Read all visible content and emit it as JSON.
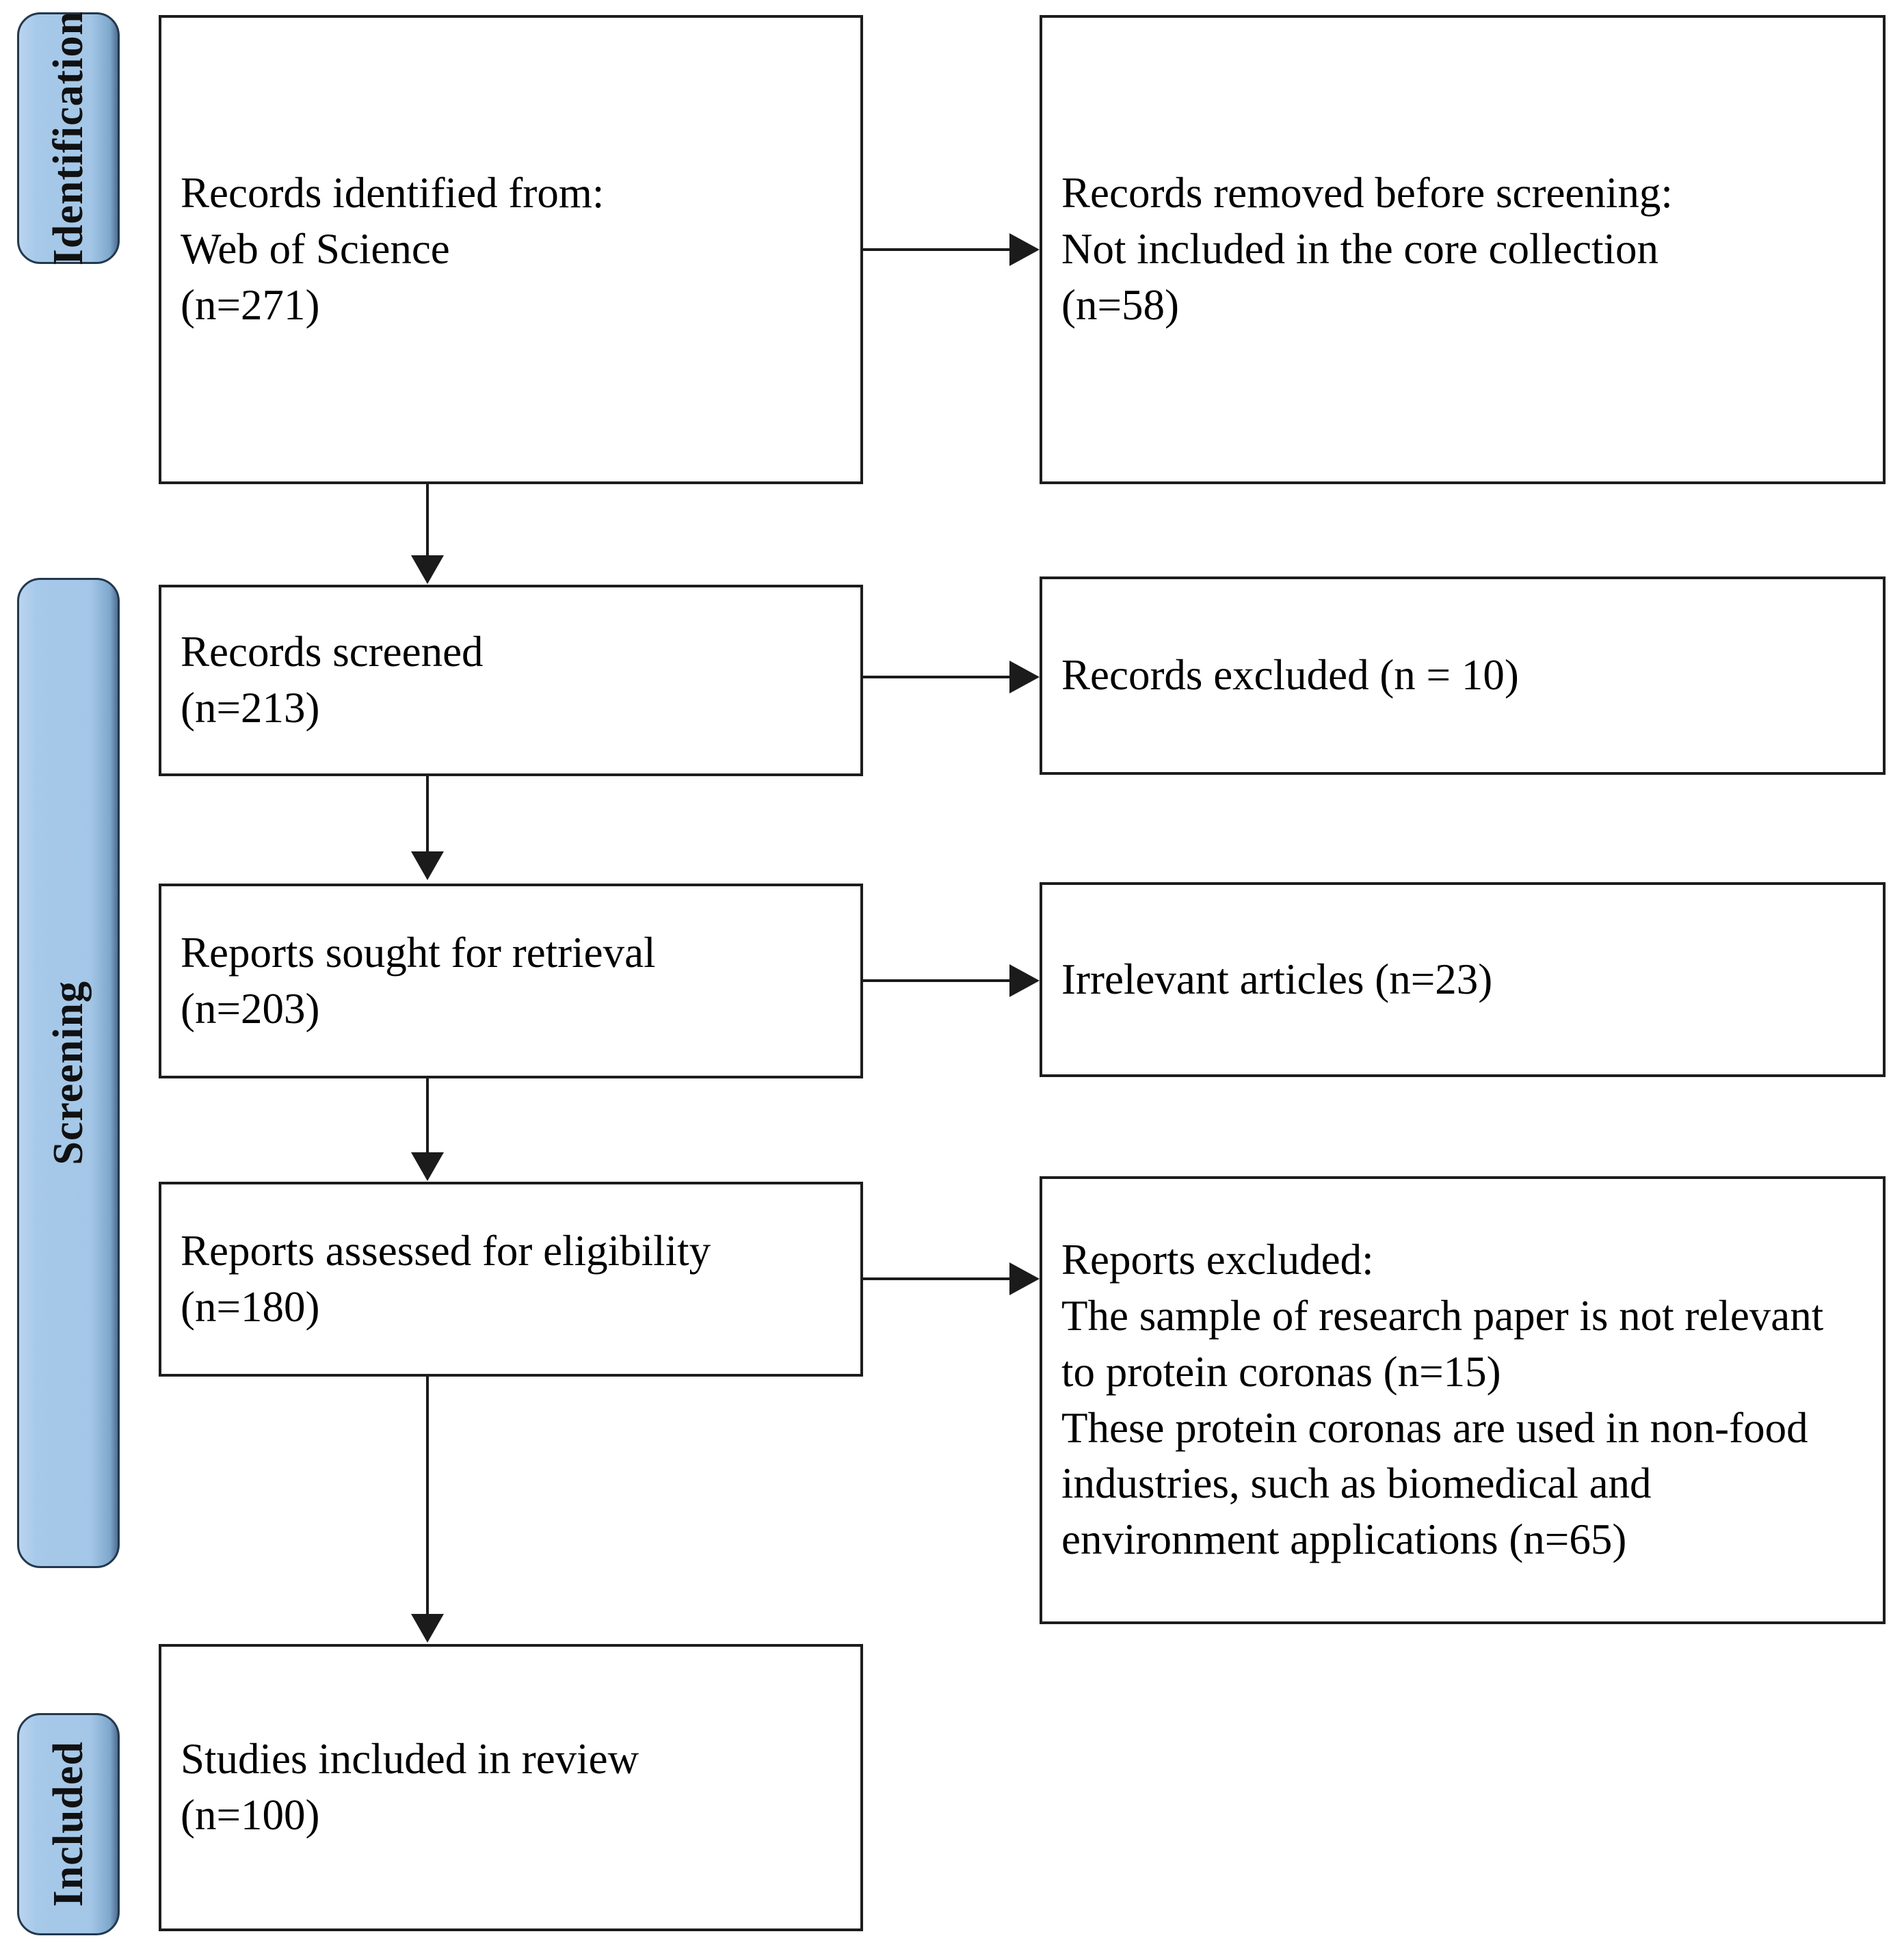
{
  "diagram": {
    "type": "prisma-flow-diagram",
    "stages": [
      {
        "id": "identification",
        "label": "Identification"
      },
      {
        "id": "screening",
        "label": "Screening"
      },
      {
        "id": "included",
        "label": "Included"
      }
    ],
    "left_boxes": [
      {
        "id": "records-identified",
        "lines": [
          "Records identified from:",
          "Web of Science",
          "(n=271)"
        ]
      },
      {
        "id": "records-screened",
        "lines": [
          "Records screened",
          "(n=213)"
        ]
      },
      {
        "id": "reports-sought",
        "lines": [
          "Reports sought for retrieval",
          "(n=203)"
        ]
      },
      {
        "id": "reports-assessed",
        "lines": [
          "Reports assessed for eligibility",
          "(n=180)"
        ]
      },
      {
        "id": "studies-included",
        "lines": [
          "Studies included in review",
          "(n=100)"
        ]
      }
    ],
    "right_boxes": [
      {
        "id": "records-removed",
        "lines": [
          "Records removed before screening:",
          "Not included in the core collection",
          "(n=58)"
        ]
      },
      {
        "id": "records-excluded",
        "lines": [
          "Records excluded (n = 10)"
        ]
      },
      {
        "id": "irrelevant-articles",
        "lines": [
          "Irrelevant articles (n=23)"
        ]
      },
      {
        "id": "reports-excluded",
        "lines": [
          "Reports excluded:",
          "The sample of research paper is not relevant to protein coronas (n=15)",
          "These protein coronas are used in non-food industries, such as biomedical and environment applications (n=65)"
        ]
      }
    ],
    "colors": {
      "stage_bar_fill": "#a4c7e7",
      "stage_bar_border": "#23384f",
      "box_border": "#1d1d1d",
      "connector": "#1b1b1b",
      "text": "#000000",
      "background": "#ffffff"
    }
  }
}
